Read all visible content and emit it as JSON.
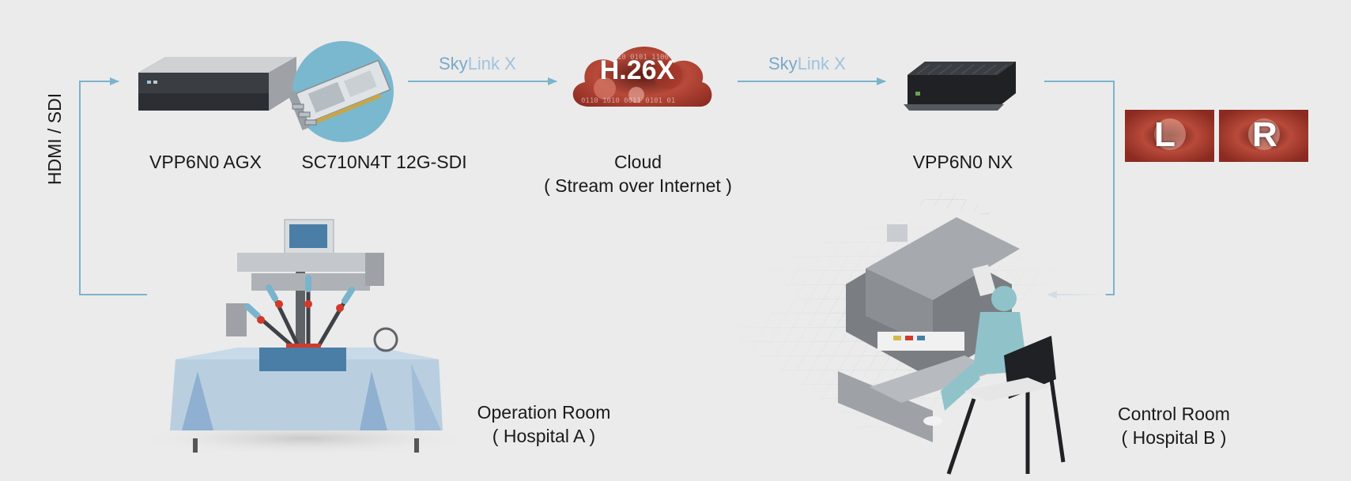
{
  "edges": {
    "left_loop": "HDMI / SDI",
    "link_1": {
      "sky": "Sky",
      "link": "Link",
      "x": "X"
    },
    "link_2": {
      "sky": "Sky",
      "link": "Link",
      "x": "X"
    }
  },
  "nodes": {
    "agx": {
      "label": "VPP6N0 AGX"
    },
    "sdi_card": {
      "label": "SC710N4T 12G-SDI"
    },
    "cloud": {
      "badge": "H.26X",
      "label": "Cloud",
      "sublabel": "( Stream over Internet )"
    },
    "nx": {
      "label": "VPP6N0 NX"
    },
    "stereo": {
      "left": "L",
      "right": "R"
    },
    "operation_room": {
      "label": "Operation Room",
      "sublabel": "( Hospital A )"
    },
    "control_room": {
      "label": "Control Room",
      "sublabel": "( Hospital B )"
    }
  },
  "colors": {
    "arrow": "#7ab3cc",
    "skylink": "#7aa9c9",
    "background": "#ebebeb",
    "card_circle": "#7ab8cf",
    "drape": "#b9cfe0",
    "surgeon_scrubs": "#8fc3c9"
  },
  "icons": [
    "box-pc-icon",
    "capture-card-icon",
    "cloud-icon",
    "embedded-pc-icon",
    "endoscope-image-icon",
    "surgical-robot-icon",
    "surgeon-console-icon"
  ]
}
